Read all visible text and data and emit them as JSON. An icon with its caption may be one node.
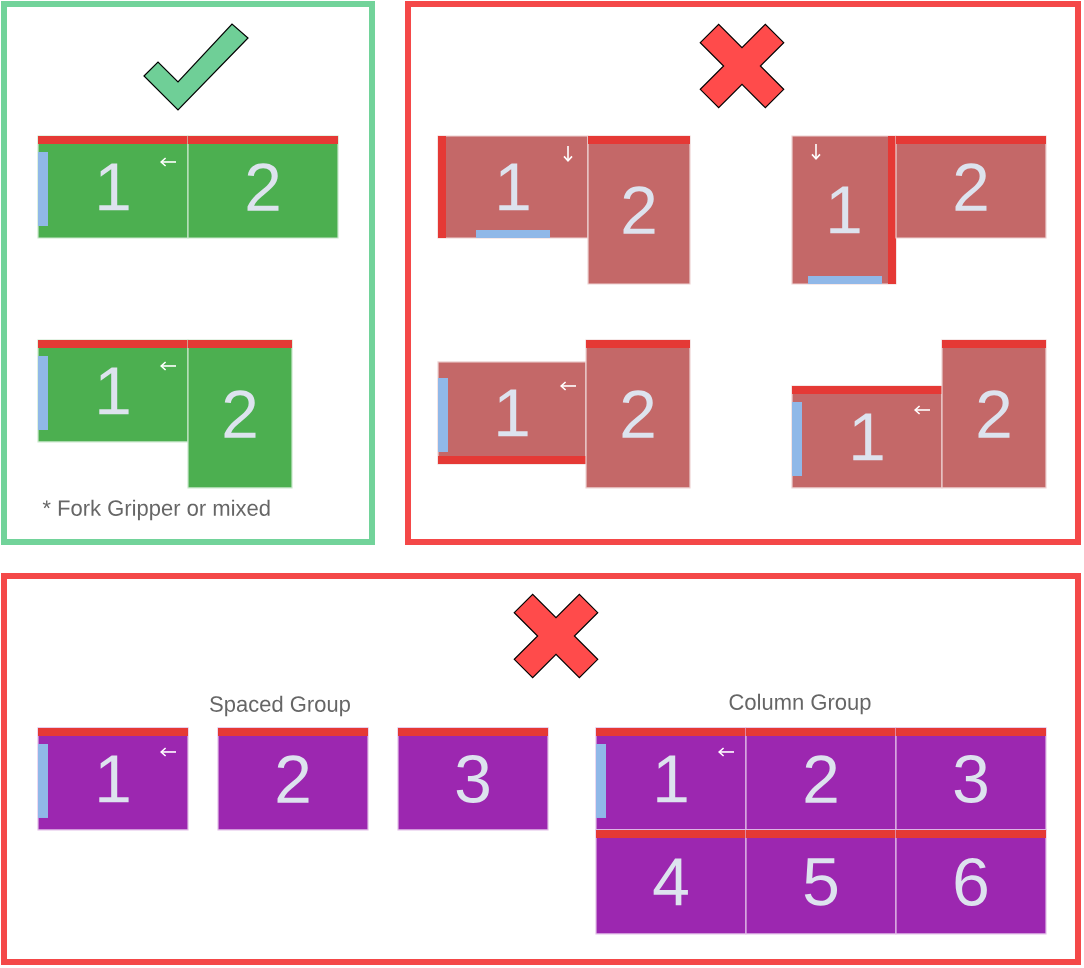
{
  "diagram": {
    "nodes": [
      {
        "text": [],
        "shape": "box"
      },
      {
        "text": [
          "1"
        ],
        "in": 0
      },
      {
        "text": [
          "2"
        ],
        "in": 0
      },
      {
        "text": [
          "1"
        ],
        "in": 0
      },
      {
        "text": [
          "2"
        ],
        "in": 0
      },
      {
        "text": [],
        "shape": "box"
      },
      {
        "text": [
          "1"
        ],
        "in": 5
      },
      {
        "text": [
          "2"
        ],
        "in": 5
      },
      {
        "text": [
          "1"
        ],
        "in": 5
      },
      {
        "text": [
          "2"
        ],
        "in": 5
      },
      {
        "text": [
          "1"
        ],
        "in": 5
      },
      {
        "text": [
          "2"
        ],
        "in": 5
      },
      {
        "text": [
          "1"
        ],
        "in": 5
      },
      {
        "text": [
          "2"
        ],
        "in": 5
      },
      {
        "text": [],
        "shape": "box"
      },
      {
        "text": [
          "1"
        ],
        "in": 14
      },
      {
        "text": [
          "2"
        ],
        "in": 14
      },
      {
        "text": [
          "3"
        ],
        "in": 14
      },
      {
        "text": [
          "1"
        ],
        "in": 14
      },
      {
        "text": [
          "2"
        ],
        "in": 14
      },
      {
        "text": [
          "3"
        ],
        "in": 14
      },
      {
        "text": [
          "4"
        ],
        "in": 14
      },
      {
        "text": [
          "5"
        ],
        "in": 14
      },
      {
        "text": [
          "6"
        ],
        "in": 14
      }
    ],
    "labels": [
      "* Fork Gripper or mixed",
      "Spaced Group",
      "Column Group"
    ]
  }
}
